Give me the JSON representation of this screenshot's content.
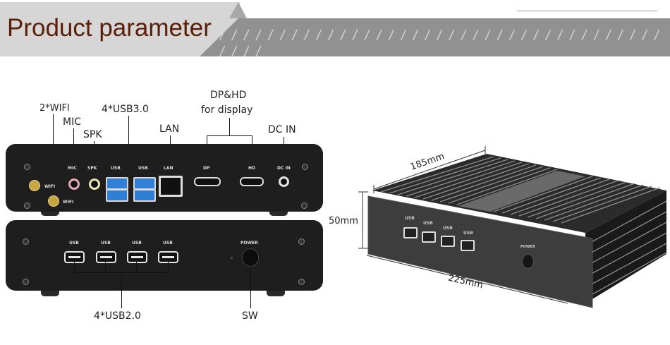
{
  "header": {
    "title": "Product parameter",
    "decoration": "/ / / / / / / / / / / / / / / / / / / / / / / / / / / / / / / / / / / / / / / / /",
    "colors": {
      "title": "#5a1d05",
      "light_band": "#d6d6d6",
      "dark_band": "#919191"
    }
  },
  "back_panel": {
    "callouts": {
      "wifi": "2*WIFI",
      "mic": "MIC",
      "spk": "SPK",
      "usb3": "4*USB3.0",
      "lan": "LAN",
      "display_line1": "DP&HD",
      "display_line2": "for display",
      "dcin": "DC IN"
    },
    "port_labels": {
      "wifi1": "WIFI",
      "wifi2": "WIFI",
      "mic": "MIC",
      "spk": "SPK",
      "usb_a": "USB",
      "usb_b": "USB",
      "lan": "LAN",
      "dp": "DP",
      "hd": "HD",
      "dcin": "DC IN"
    }
  },
  "front_panel": {
    "port_labels": [
      "USB",
      "USB",
      "USB",
      "USB"
    ],
    "power_label": "POWER",
    "callouts": {
      "usb2": "4*USB2.0",
      "sw": "SW"
    }
  },
  "dimensions": {
    "depth": "185mm",
    "height": "50mm",
    "width": "225mm",
    "front_usb_labels": [
      "USB",
      "USB",
      "USB",
      "USB"
    ],
    "power_label": "POWER"
  }
}
